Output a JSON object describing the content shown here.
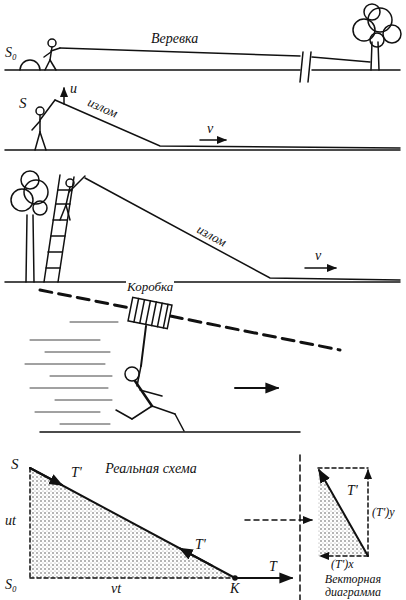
{
  "diagram": {
    "labels": [
      "S₀",
      "Веревка",
      "S",
      "u",
      "излом",
      "v",
      "излом",
      "v",
      "Коробка",
      "S",
      "T'",
      "Реальная схема",
      "ut",
      "T'",
      "S₀",
      "vt",
      "K",
      "T",
      "T'",
      "(T')y",
      "(T')x",
      "Векторная диаграмма"
    ]
  }
}
